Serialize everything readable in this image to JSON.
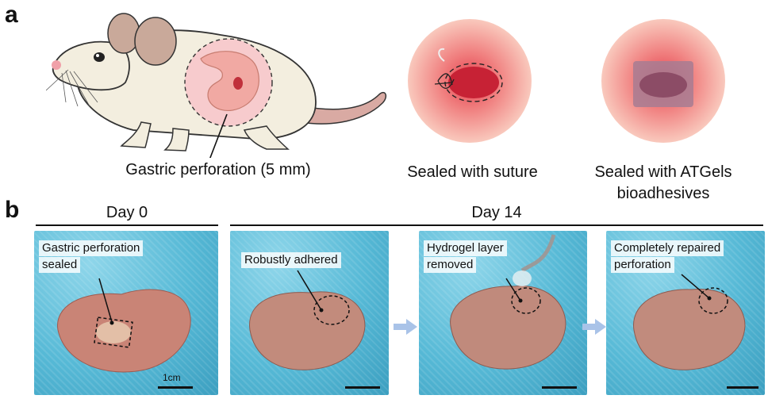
{
  "panels": {
    "a": {
      "letter": "a",
      "captions": {
        "mouse": "Gastric perforation (5 mm)",
        "suture": "Sealed with suture",
        "atgels_line1": "Sealed with ATGels",
        "atgels_line2": "bioadhesives"
      }
    },
    "b": {
      "letter": "b",
      "day0": "Day 0",
      "day14": "Day 14",
      "photos": [
        {
          "label_line1": "Gastric perforation",
          "label_line2": "sealed",
          "scale_text": "1cm"
        },
        {
          "label_line1": "Robustly adhered",
          "label_line2": ""
        },
        {
          "label_line1": "Hydrogel layer",
          "label_line2": "removed"
        },
        {
          "label_line1": "Completely repaired",
          "label_line2": "perforation"
        }
      ]
    }
  },
  "colors": {
    "tissue_pink": "#f4a3a6",
    "stomach_red": "#c98476",
    "drape_blue": "#56b9d6",
    "arrow_blue": "#a9c3e8"
  }
}
